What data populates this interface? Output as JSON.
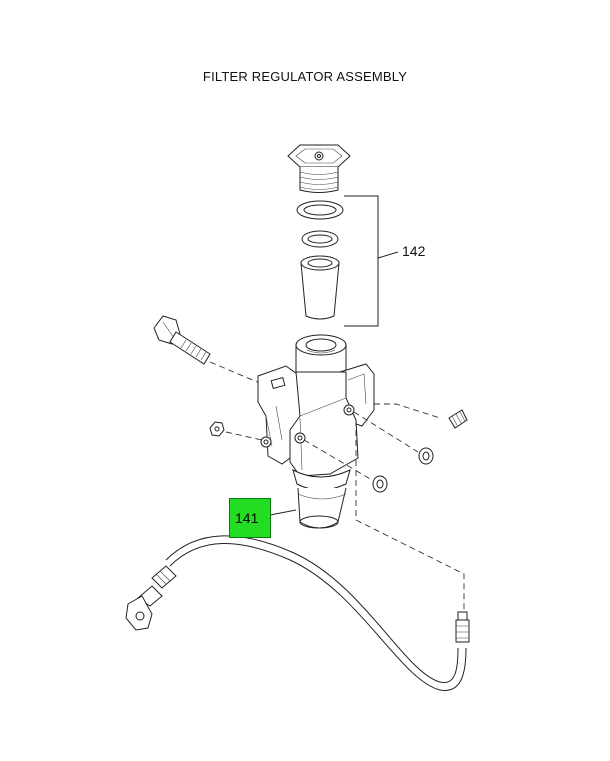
{
  "title": "FILTER REGULATOR ASSEMBLY",
  "callouts": {
    "c142": "142",
    "c141": "141"
  },
  "colors": {
    "highlight": "#22dd22",
    "line": "#222222"
  }
}
